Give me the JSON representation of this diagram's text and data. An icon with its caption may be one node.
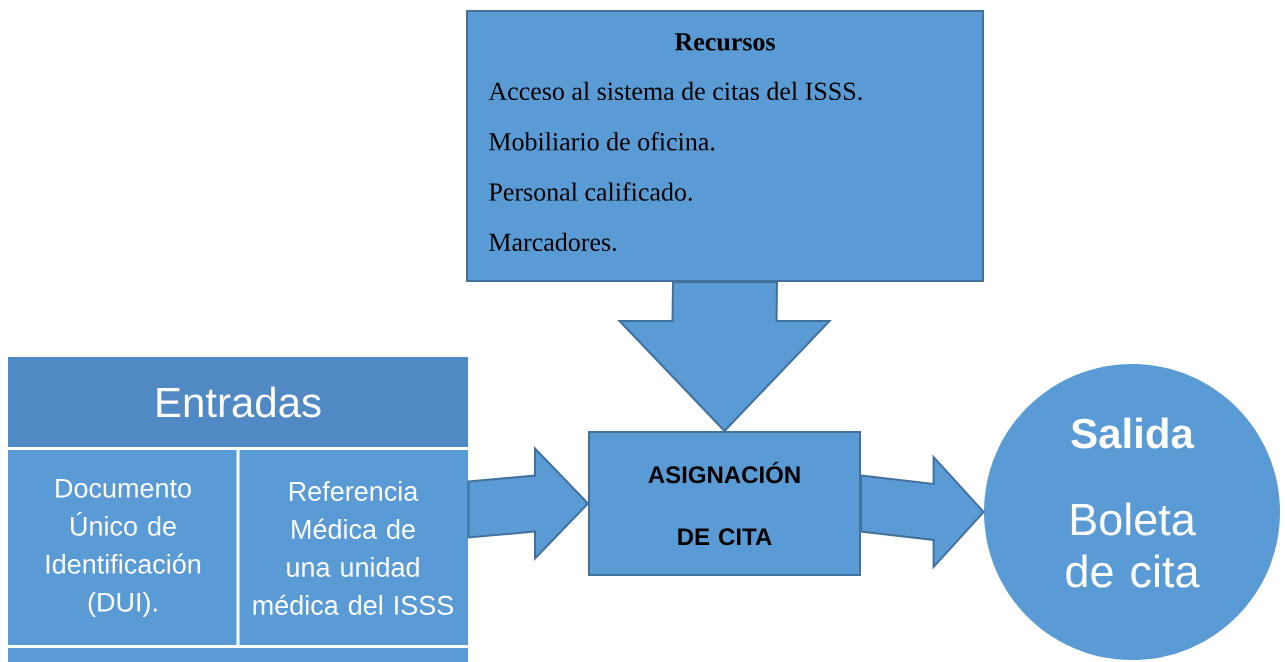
{
  "diagram": {
    "nodes": [
      {
        "text": [
          "Entradas"
        ]
      },
      {
        "text": [
          "Documento Único de Identificación (DUI)."
        ],
        "in": 0
      },
      {
        "text": [
          "Referencia Médica de una unidad médica del ISSS"
        ],
        "in": 0
      },
      {
        "text": [
          "Recursos",
          "Acceso al sistema de citas del ISSS.",
          "Mobiliario de oficina.",
          "Personal calificado.",
          "Marcadores."
        ]
      },
      {
        "text": [
          "ASIGNACIÓN DE CITA"
        ]
      },
      {
        "text": [
          "Salida",
          "Boleta de cita"
        ]
      }
    ],
    "edges": [
      {
        "from": 0,
        "to": 4,
        "arrow": "to"
      },
      {
        "from": 3,
        "to": 4,
        "arrow": "to"
      },
      {
        "from": 4,
        "to": 5,
        "arrow": "to"
      }
    ]
  }
}
